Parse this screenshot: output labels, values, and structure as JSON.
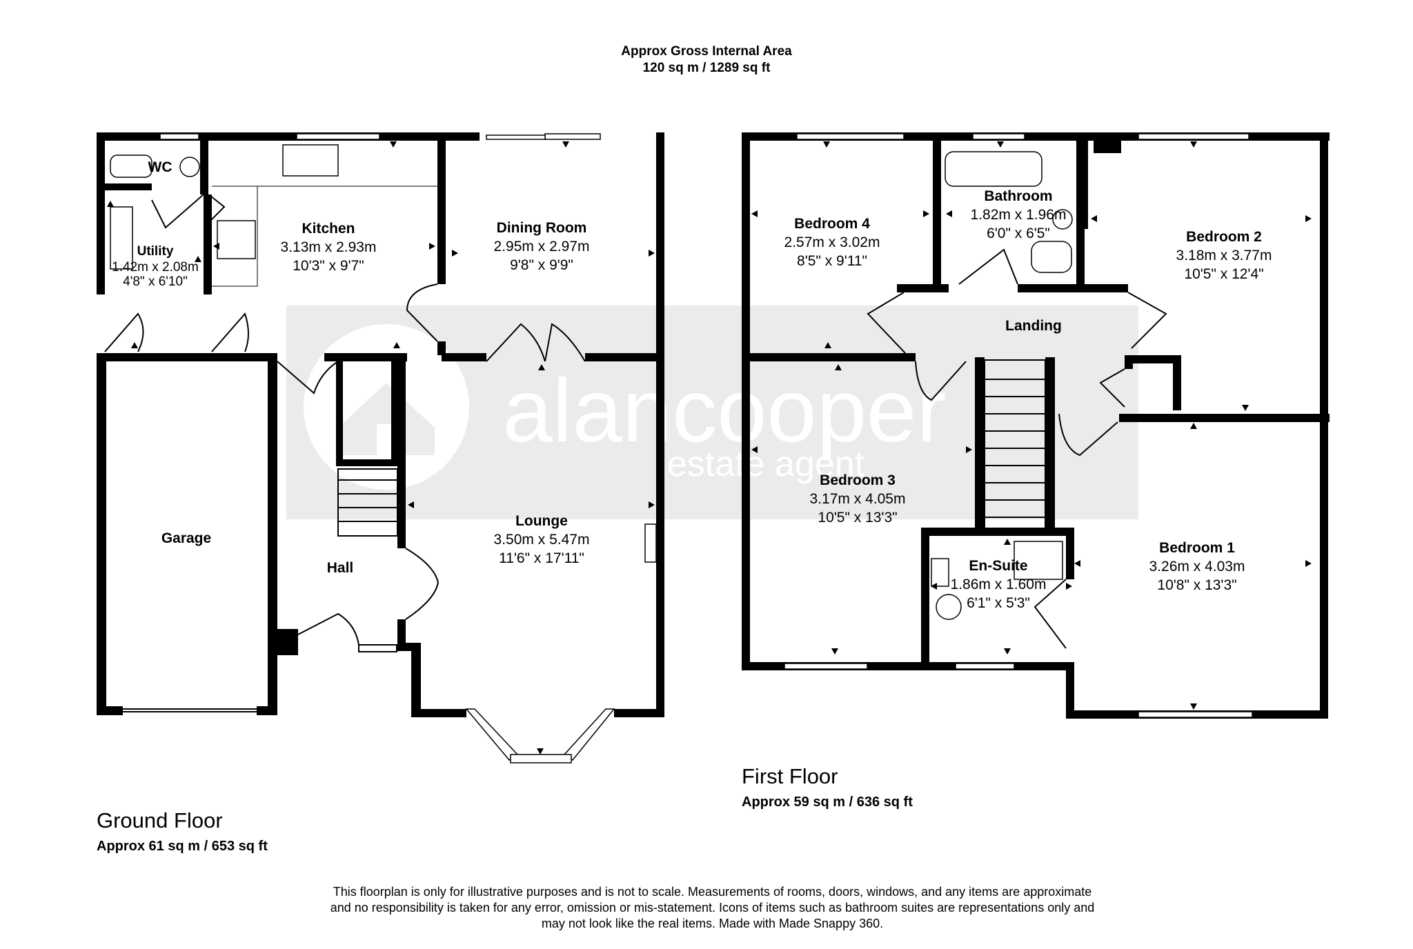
{
  "header": {
    "line1": "Approx Gross Internal Area",
    "line2": "120 sq m / 1289 sq ft"
  },
  "watermark": {
    "brand": "alancooper",
    "tagline": "estate agent"
  },
  "colors": {
    "wall": "#000000",
    "watermark_panel": "#ebebeb",
    "watermark_text": "#ffffff"
  },
  "ground_floor": {
    "title": "Ground Floor",
    "area": "Approx 61 sq m / 653 sq ft",
    "rooms": {
      "wc": {
        "name": "WC"
      },
      "utility": {
        "name": "Utility",
        "metric": "1.42m x 2.08m",
        "imperial": "4'8\" x 6'10\""
      },
      "kitchen": {
        "name": "Kitchen",
        "metric": "3.13m x 2.93m",
        "imperial": "10'3\" x 9'7\""
      },
      "dining": {
        "name": "Dining Room",
        "metric": "2.95m x 2.97m",
        "imperial": "9'8\" x 9'9\""
      },
      "garage": {
        "name": "Garage"
      },
      "hall": {
        "name": "Hall"
      },
      "lounge": {
        "name": "Lounge",
        "metric": "3.50m x 5.47m",
        "imperial": "11'6\" x 17'11\""
      }
    }
  },
  "first_floor": {
    "title": "First Floor",
    "area": "Approx 59 sq m / 636 sq ft",
    "rooms": {
      "bedroom4": {
        "name": "Bedroom 4",
        "metric": "2.57m x 3.02m",
        "imperial": "8'5\" x 9'11\""
      },
      "bathroom": {
        "name": "Bathroom",
        "metric": "1.82m x 1.96m",
        "imperial": "6'0\" x 6'5\""
      },
      "bedroom2": {
        "name": "Bedroom 2",
        "metric": "3.18m x 3.77m",
        "imperial": "10'5\" x 12'4\""
      },
      "landing": {
        "name": "Landing"
      },
      "bedroom3": {
        "name": "Bedroom 3",
        "metric": "3.17m x 4.05m",
        "imperial": "10'5\" x 13'3\""
      },
      "ensuite": {
        "name": "En-Suite",
        "metric": "1.86m x 1.60m",
        "imperial": "6'1\" x 5'3\""
      },
      "bedroom1": {
        "name": "Bedroom 1",
        "metric": "3.26m x 4.03m",
        "imperial": "10'8\" x 13'3\""
      }
    }
  },
  "disclaimer": {
    "line1": "This floorplan is only for illustrative purposes and is not to scale. Measurements of rooms, doors, windows, and any items are approximate",
    "line2": "and no responsibility is taken for any error, omission or mis-statement. Icons of items such as bathroom suites are representations only and",
    "line3": "may not look like the real items. Made with Made Snappy 360."
  }
}
